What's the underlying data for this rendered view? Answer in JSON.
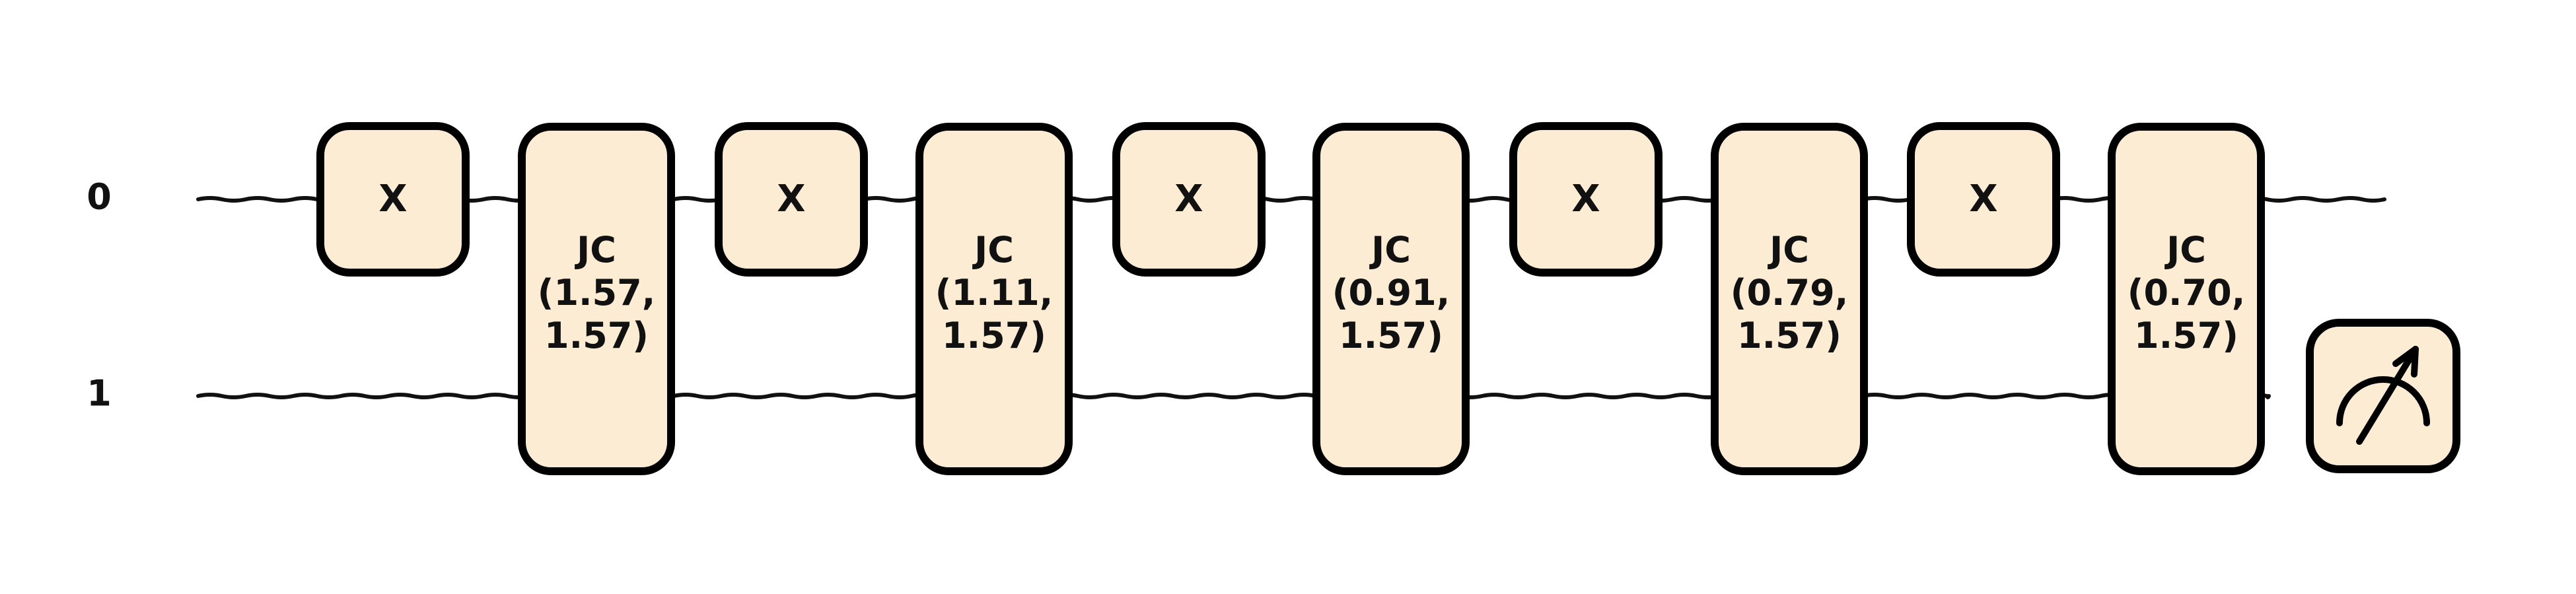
{
  "circuit": {
    "wires": [
      {
        "label": "0"
      },
      {
        "label": "1"
      }
    ],
    "gates": [
      {
        "type": "single",
        "wire": 0,
        "label": "X"
      },
      {
        "type": "two",
        "label_lines": [
          "JC",
          "(1.57,",
          "1.57)"
        ]
      },
      {
        "type": "single",
        "wire": 0,
        "label": "X"
      },
      {
        "type": "two",
        "label_lines": [
          "JC",
          "(1.11,",
          "1.57)"
        ]
      },
      {
        "type": "single",
        "wire": 0,
        "label": "X"
      },
      {
        "type": "two",
        "label_lines": [
          "JC",
          "(0.91,",
          "1.57)"
        ]
      },
      {
        "type": "single",
        "wire": 0,
        "label": "X"
      },
      {
        "type": "two",
        "label_lines": [
          "JC",
          "(0.79,",
          "1.57)"
        ]
      },
      {
        "type": "single",
        "wire": 0,
        "label": "X"
      },
      {
        "type": "two",
        "label_lines": [
          "JC",
          "(0.70,",
          "1.57)"
        ]
      },
      {
        "type": "measure",
        "wire": 1,
        "icon": "measurement-meter-icon"
      }
    ],
    "colors": {
      "gate_fill": "#fdecd4",
      "gate_stroke": "#000000",
      "wire": "#111111",
      "background": "#ffffff"
    }
  }
}
